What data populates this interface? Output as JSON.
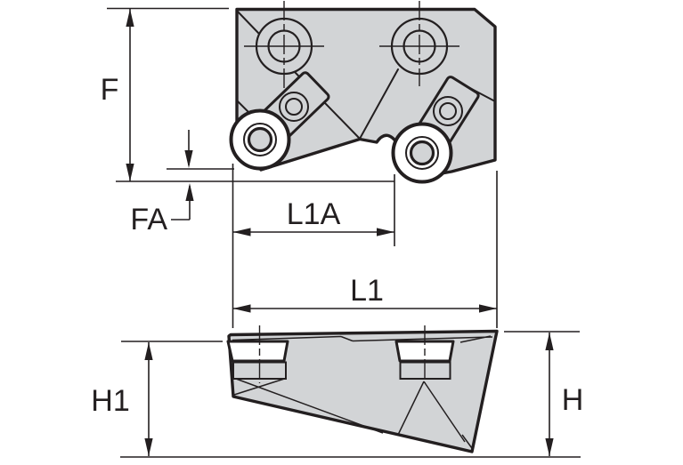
{
  "drawing": {
    "dimensions": {
      "f": {
        "label": "F"
      },
      "fa": {
        "label": "FA"
      },
      "l1a": {
        "label": "L1A"
      },
      "l1": {
        "label": "L1"
      },
      "h1": {
        "label": "H1"
      },
      "h": {
        "label": "H"
      }
    },
    "colors": {
      "line": "#231f20",
      "body_fill": "#d2d4d6",
      "insert_fill": "#ffffff",
      "background": "#ffffff"
    }
  }
}
